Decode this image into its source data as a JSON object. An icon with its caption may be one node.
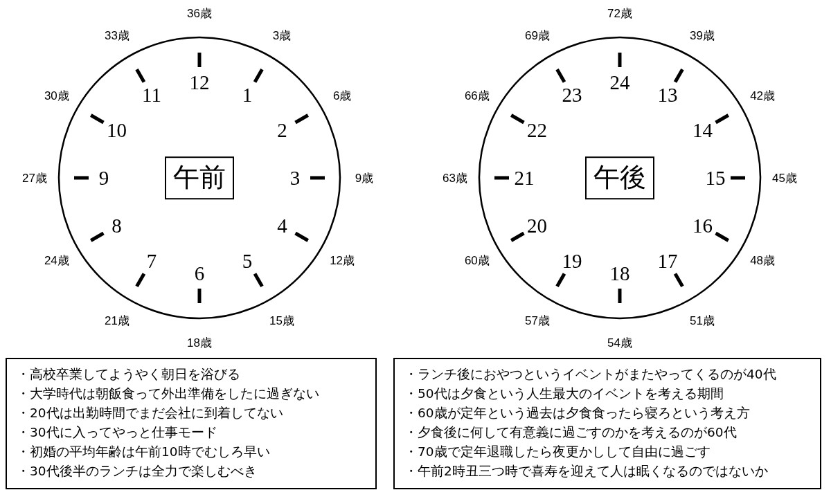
{
  "diagram": {
    "nodes": [
      {
        "text": [],
        "shape": "circle"
      },
      {
        "text": [
          "午前"
        ],
        "in": 0
      },
      {
        "text": [],
        "shape": "circle"
      },
      {
        "text": [
          "午後"
        ],
        "in": 2
      },
      {
        "text": [
          "・高校卒業してようやく朝日を浴びる",
          "・大学時代は朝飯食って外出準備をしたに過ぎない",
          "・20代は出勤時間でまだ会社に到着してない",
          "・30代に入ってやっと仕事モード",
          "・初婚の平均年齢は午前10時でむしろ早い",
          "・30代後半のランチは全力で楽しむべき"
        ]
      },
      {
        "text": [
          "・ランチ後におやつというイベントがまたやってくるのが40代",
          "・50代は夕食という人生最大のイベントを考える期間",
          "・60歳が定年という過去は夕食食ったら寝ろという考え方",
          "・夕食後に何して有意義に過ごすのかを考えるのが60代",
          "・70歳で定年退職したら夜更かしして自由に過ごす",
          "・午前2時丑三つ時で喜寿を迎えて人は眠くなるのではないか"
        ]
      }
    ],
    "edges": [],
    "labels": [
      "12",
      "1",
      "2",
      "3",
      "4",
      "5",
      "6",
      "7",
      "8",
      "9",
      "10",
      "11",
      "36歳",
      "3歳",
      "6歳",
      "9歳",
      "12歳",
      "15歳",
      "18歳",
      "21歳",
      "24歳",
      "27歳",
      "30歳",
      "33歳",
      "24",
      "13",
      "14",
      "15",
      "16",
      "17",
      "18",
      "19",
      "20",
      "21",
      "22",
      "23",
      "72歳",
      "39歳",
      "42歳",
      "45歳",
      "48歳",
      "51歳",
      "54歳",
      "57歳",
      "60歳",
      "63歳",
      "66歳",
      "69歳"
    ]
  }
}
